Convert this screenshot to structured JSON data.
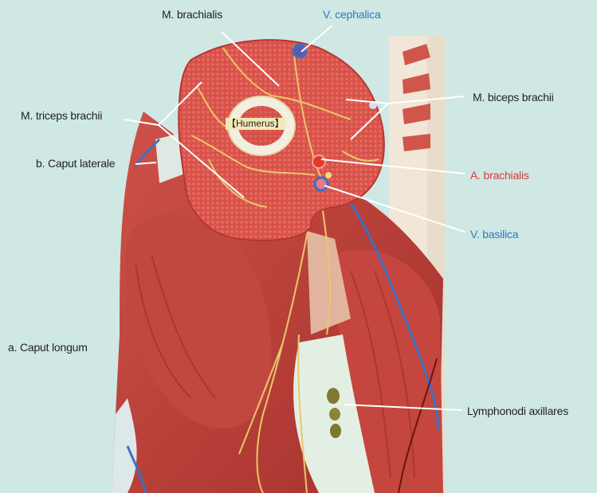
{
  "labels": {
    "brachialis": "M. brachialis",
    "cephalica": "V. cephalica",
    "biceps": "M. biceps brachii",
    "triceps": "M. triceps brachii",
    "caput_laterale": "b. Caput laterale",
    "humerus": "【Humerus】",
    "a_brachialis": "A. brachialis",
    "basilica": "V. basilica",
    "caput_longum": "a. Caput longum",
    "lymphonodi": "Lymphonodi axillares"
  },
  "colors": {
    "background": "#cfe8e4",
    "muscle": "#c8463f",
    "muscle_dark": "#a8302c",
    "cross_section": "#d9524a",
    "fat": "#e9c96a",
    "bone": "#f3efe0",
    "vein": "#3f6fc0",
    "artery": "#e23a2a",
    "leader_line": "#ffffff",
    "text_dark": "#1f1f1f",
    "text_blue": "#2a7cc0",
    "text_red": "#d63a3a"
  }
}
